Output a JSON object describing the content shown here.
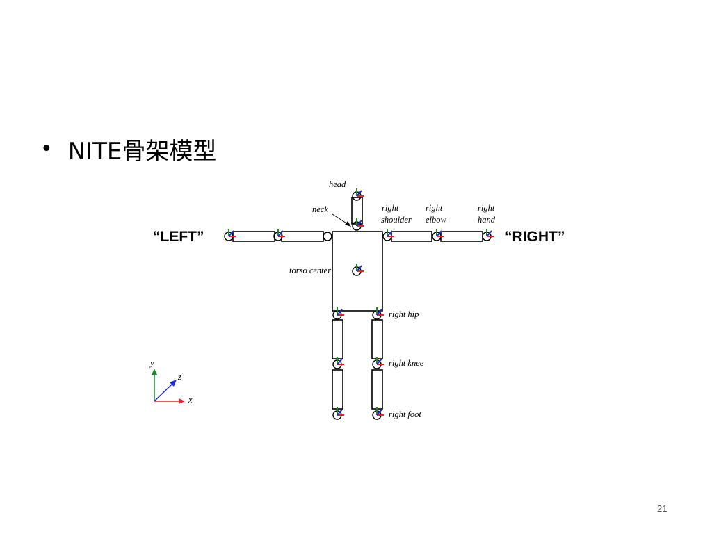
{
  "slide": {
    "bullet": "•",
    "title": "NITE骨架模型",
    "page_number": "21"
  },
  "diagram": {
    "side_labels": {
      "left": "“LEFT”",
      "right": "“RIGHT”"
    },
    "joints": {
      "head": "head",
      "neck": "neck",
      "right_shoulder_1": "right",
      "right_shoulder_2": "shoulder",
      "right_elbow_1": "right",
      "right_elbow_2": "elbow",
      "right_hand_1": "right",
      "right_hand_2": "hand",
      "torso_center": "torso center",
      "right_hip": "right hip",
      "right_knee": "right knee",
      "right_foot": "right foot"
    },
    "axes": {
      "x": "x",
      "y": "y",
      "z": "z"
    },
    "colors": {
      "x_axis": "#e8202a",
      "y_axis": "#1a8a2a",
      "z_axis": "#1c2ad4",
      "outline": "#000000"
    }
  }
}
